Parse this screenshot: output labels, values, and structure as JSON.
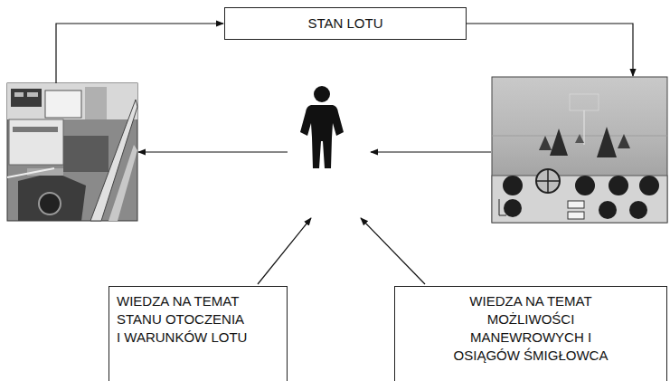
{
  "diagram": {
    "nodes": [
      {
        "text": [
          "STAN LOTU"
        ]
      },
      {
        "text": [
          "WIEDZA NA TEMAT STANU OTOCZENIA I WARUNKÓW LOTU"
        ]
      },
      {
        "text": [
          "WIEDZA NA TEMAT MOŻLIWOŚCI MANEWROWYCH I OSIĄGÓW ŚMIGŁOWCA"
        ]
      }
    ]
  }
}
